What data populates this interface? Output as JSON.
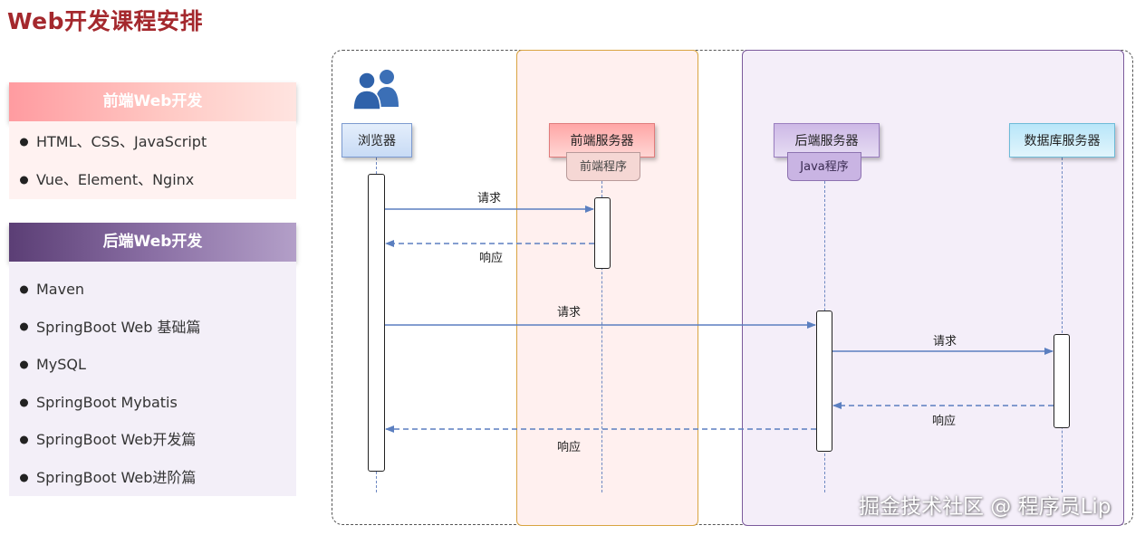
{
  "page_title": "Web开发课程安排",
  "frontend_section": {
    "header": "前端Web开发",
    "items": [
      "HTML、CSS、JavaScript",
      "Vue、Element、Nginx"
    ]
  },
  "backend_section": {
    "header": "后端Web开发",
    "items": [
      "Maven",
      "SpringBoot Web 基础篇",
      "MySQL",
      "SpringBoot Mybatis",
      "SpringBoot Web开发篇",
      "SpringBoot Web进阶篇"
    ]
  },
  "diagram": {
    "actors": {
      "browser": "浏览器",
      "frontend_server": "前端服务器",
      "backend_server": "后端服务器",
      "database_server": "数据库服务器"
    },
    "tags": {
      "frontend_program": "前端程序",
      "java_program": "Java程序"
    },
    "messages": [
      {
        "from": "browser",
        "to": "frontend_server",
        "label": "请求",
        "style": "solid"
      },
      {
        "from": "frontend_server",
        "to": "browser",
        "label": "响应",
        "style": "dashed"
      },
      {
        "from": "browser",
        "to": "backend_server",
        "label": "请求",
        "style": "solid"
      },
      {
        "from": "backend_server",
        "to": "database_server",
        "label": "请求",
        "style": "solid"
      },
      {
        "from": "database_server",
        "to": "backend_server",
        "label": "响应",
        "style": "dashed"
      },
      {
        "from": "backend_server",
        "to": "browser",
        "label": "响应",
        "style": "dashed"
      }
    ],
    "colors": {
      "arrow": "#5b7fc0",
      "frontend_zone_border": "#d9a441",
      "backend_zone_border": "#7b5a9c"
    },
    "icons": [
      "users-icon"
    ]
  },
  "watermark": "掘金技术社区 @ 程序员Lip"
}
